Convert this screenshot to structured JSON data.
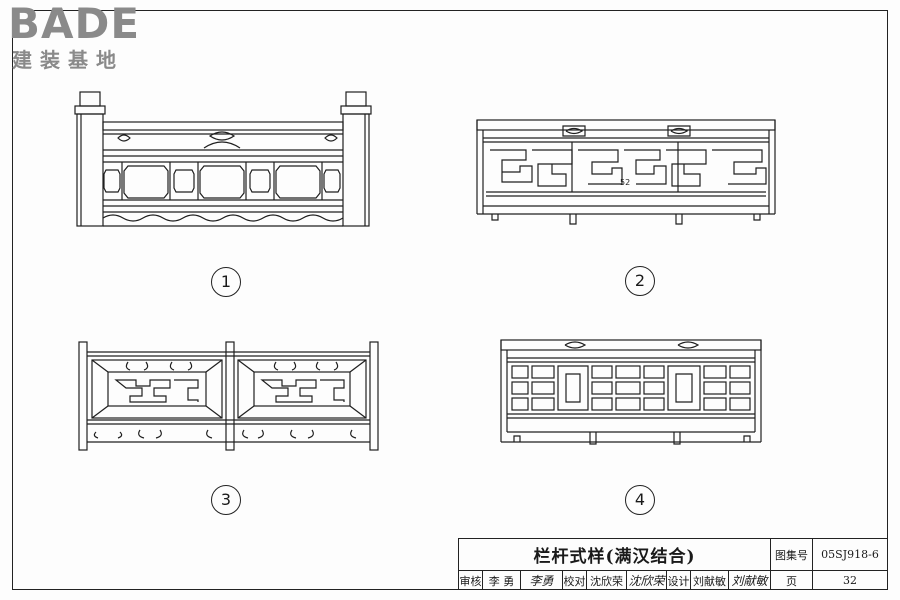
{
  "logo": {
    "brand": "BADE",
    "subtitle": "建装基地"
  },
  "figures": [
    {
      "id": "fig-1",
      "label": "1"
    },
    {
      "id": "fig-2",
      "label": "2"
    },
    {
      "id": "fig-3",
      "label": "3"
    },
    {
      "id": "fig-4",
      "label": "4"
    }
  ],
  "fig2_mark": "52",
  "title_block": {
    "title": "栏杆式样(满汉结合)",
    "atlas_label": "图集号",
    "atlas_no": "05SJ918-6",
    "page_label": "页",
    "page_no": "32",
    "review_label": "审核",
    "reviewer": "李 勇",
    "reviewer_sig": "李勇",
    "check_label": "校对",
    "checker": "沈欣荣",
    "checker_sig": "沈欣荣",
    "design_label": "设计",
    "designer": "刘献敏",
    "designer_sig": "刘献敏"
  }
}
